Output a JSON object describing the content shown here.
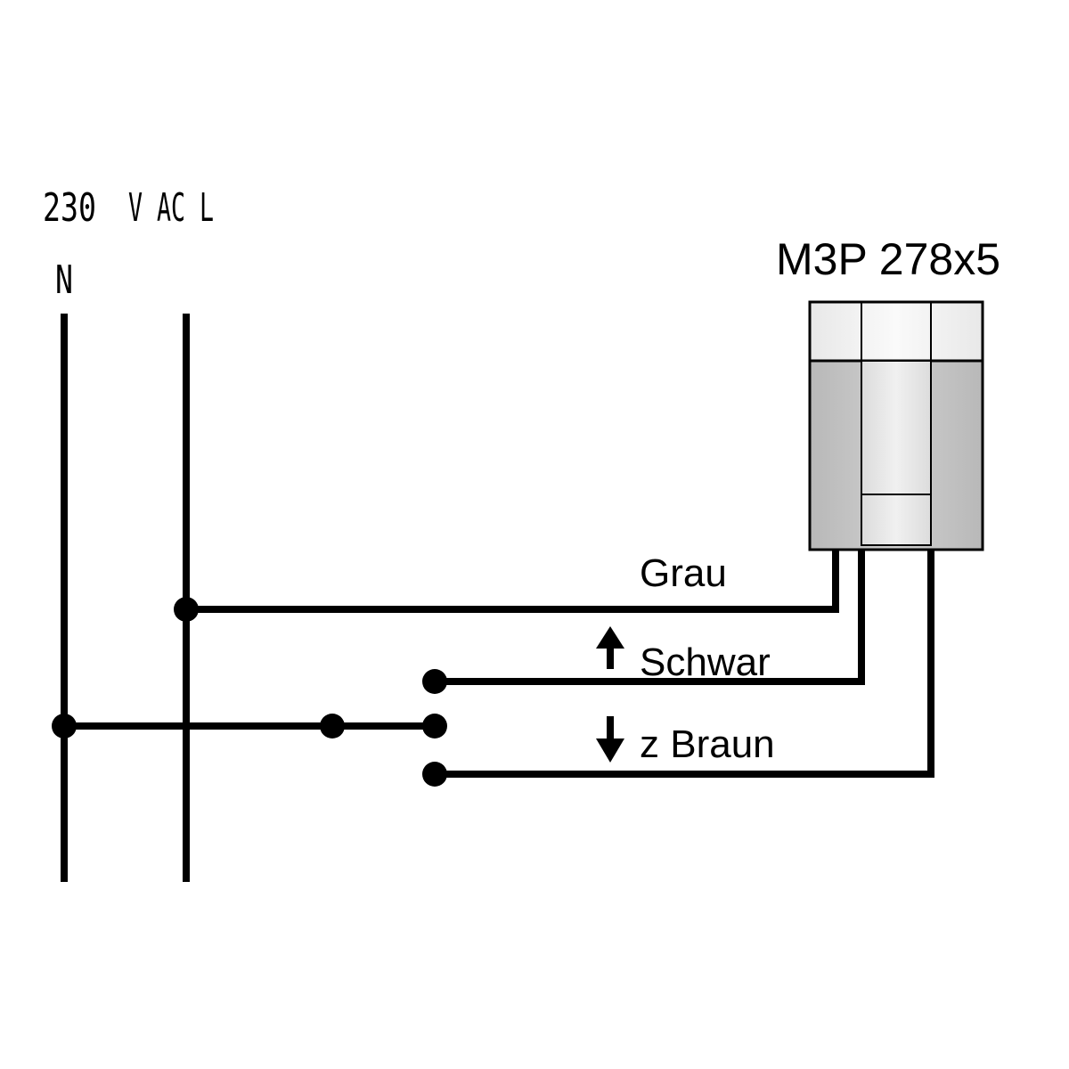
{
  "supply": {
    "voltage_text": "230",
    "vac_text": "V AC L",
    "neutral_text": "N"
  },
  "motor": {
    "model": "M3P 278x5"
  },
  "wires": {
    "grey": "Grau",
    "black": "Schwar",
    "brown": "z Braun"
  },
  "icons": {
    "up": "arrow-up-icon",
    "down": "arrow-down-icon"
  },
  "colors": {
    "line": "#000000",
    "motor_cap": "#f2f2f2",
    "motor_body": "#c8c8c8",
    "motor_body_light": "#e6e6e6"
  }
}
